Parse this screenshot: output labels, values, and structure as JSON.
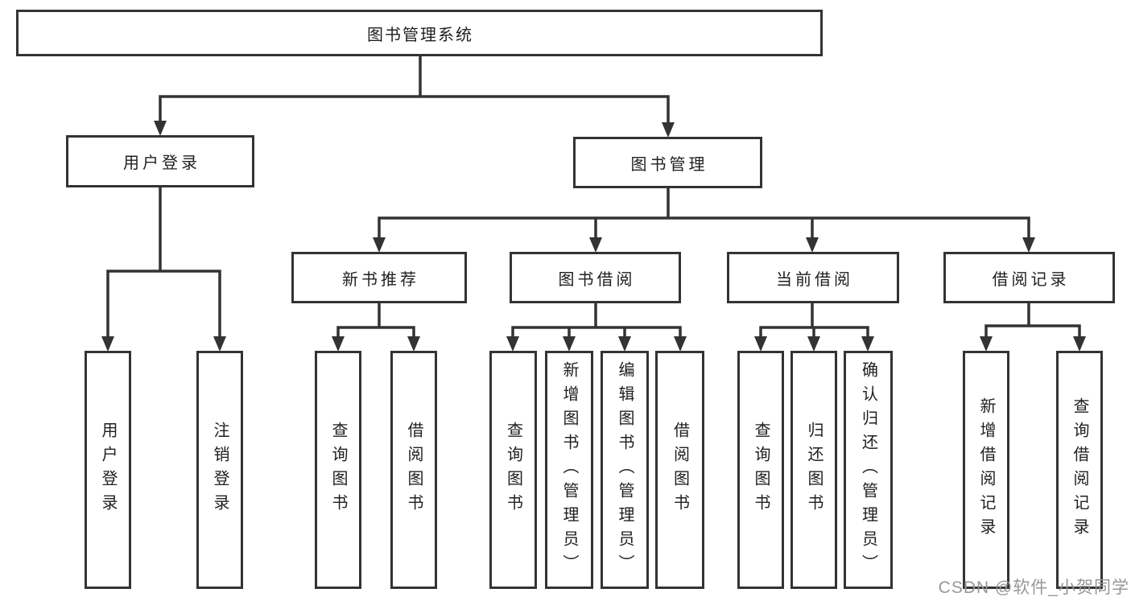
{
  "diagram_title": "图书管理系统",
  "nodes": {
    "root": "图书管理系统",
    "user_login": "用户登录",
    "book_mgmt": "图书管理",
    "new_book_rec": "新书推荐",
    "book_borrow": "图书借阅",
    "current_borrow": "当前借阅",
    "borrow_record": "借阅记录",
    "ul_login": "用户登录",
    "ul_logout": "注销登录",
    "rec_query": "查询图书",
    "rec_borrow": "借阅图书",
    "bb_query": "查询图书",
    "bb_add": "新增图书（管理员）",
    "bb_edit": "编辑图书（管理员）",
    "bb_borrow": "借阅图书",
    "cb_query": "查询图书",
    "cb_return": "归还图书",
    "cb_confirm": "确认归还（管理员）",
    "br_add": "新增借阅记录",
    "br_query": "查询借阅记录"
  },
  "hierarchy": {
    "图书管理系统": {
      "用户登录": [
        "用户登录",
        "注销登录"
      ],
      "图书管理": {
        "新书推荐": [
          "查询图书",
          "借阅图书"
        ],
        "图书借阅": [
          "查询图书",
          "新增图书（管理员）",
          "编辑图书（管理员）",
          "借阅图书"
        ],
        "当前借阅": [
          "查询图书",
          "归还图书",
          "确认归还（管理员）"
        ],
        "借阅记录": [
          "新增借阅记录",
          "查询借阅记录"
        ]
      }
    }
  },
  "watermark": "CSDN @软件_小贺同学",
  "colors": {
    "line": "#333333",
    "box_border": "#333333",
    "text": "#1f1f1f",
    "watermark": "#979797",
    "background": "#ffffff"
  }
}
